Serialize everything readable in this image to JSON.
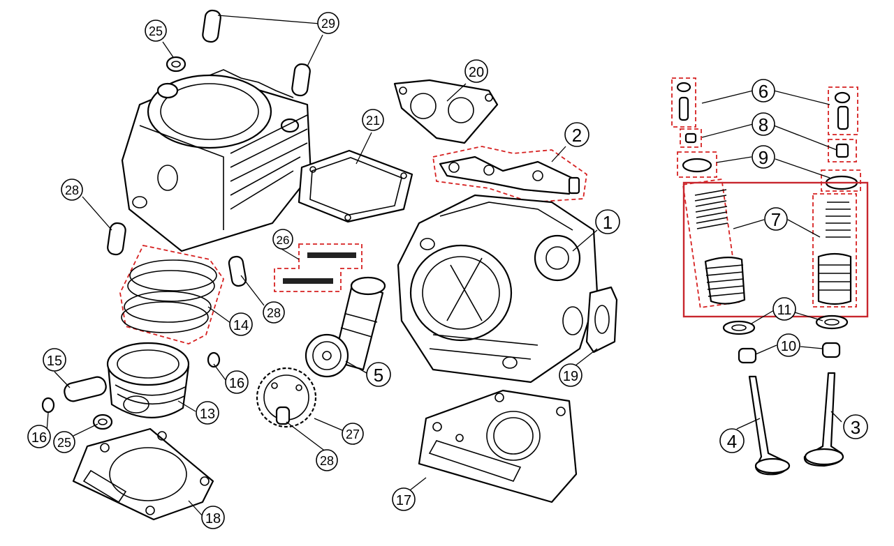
{
  "diagram": {
    "highlight_color": "#c8262e",
    "dashed_group_color": "#d62020",
    "callouts": [
      {
        "id": "c1",
        "label": "1"
      },
      {
        "id": "c2",
        "label": "2"
      },
      {
        "id": "c3",
        "label": "3"
      },
      {
        "id": "c4",
        "label": "4"
      },
      {
        "id": "c5",
        "label": "5"
      },
      {
        "id": "c6",
        "label": "6"
      },
      {
        "id": "c7",
        "label": "7"
      },
      {
        "id": "c8",
        "label": "8"
      },
      {
        "id": "c9",
        "label": "9"
      },
      {
        "id": "c10",
        "label": "10"
      },
      {
        "id": "c11",
        "label": "11"
      },
      {
        "id": "c13",
        "label": "13"
      },
      {
        "id": "c14",
        "label": "14"
      },
      {
        "id": "c15",
        "label": "15"
      },
      {
        "id": "c16a",
        "label": "16"
      },
      {
        "id": "c16b",
        "label": "16"
      },
      {
        "id": "c17",
        "label": "17"
      },
      {
        "id": "c18",
        "label": "18"
      },
      {
        "id": "c19",
        "label": "19"
      },
      {
        "id": "c20",
        "label": "20"
      },
      {
        "id": "c21",
        "label": "21"
      },
      {
        "id": "c25a",
        "label": "25"
      },
      {
        "id": "c25b",
        "label": "25"
      },
      {
        "id": "c26",
        "label": "26"
      },
      {
        "id": "c27",
        "label": "27"
      },
      {
        "id": "c28a",
        "label": "28"
      },
      {
        "id": "c28b",
        "label": "28"
      },
      {
        "id": "c28c",
        "label": "28"
      },
      {
        "id": "c29",
        "label": "29"
      }
    ]
  }
}
